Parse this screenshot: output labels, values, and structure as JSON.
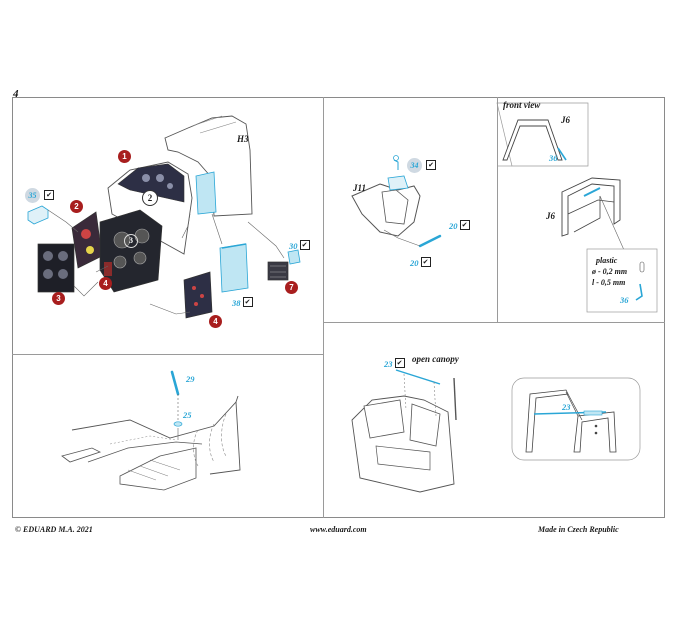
{
  "page_number": "4",
  "footer": {
    "copyright": "© EDUARD  M.A. 2021",
    "website": "www.eduard.com",
    "origin": "Made in Czech Republic"
  },
  "panel_instrument": {
    "ref_h3": "H3",
    "parts": [
      "35",
      "30",
      "38"
    ],
    "badges": [
      "1",
      "2",
      "3",
      "4",
      "4",
      "7"
    ],
    "panel_mark": "2",
    "gauge_mark": "3"
  },
  "panel_seat": {
    "ref_j11": "J11",
    "parts": [
      "34",
      "20",
      "20"
    ]
  },
  "panel_frame": {
    "front_view": "front view",
    "ref_j6_top": "J6",
    "ref_j6_side": "J6",
    "part_top": "36",
    "plastic_title": "plastic",
    "plastic_dia": "ø - 0,2 mm",
    "plastic_len": "l - 0,5 mm",
    "plastic_part": "36"
  },
  "panel_fuselage": {
    "parts": [
      "29",
      "25"
    ]
  },
  "panel_canopy": {
    "part": "23",
    "open_canopy": "open canopy",
    "detail_part": "23"
  },
  "colors": {
    "accent": "#2aa6d6",
    "badge": "#a81e1e",
    "line": "#555555"
  }
}
